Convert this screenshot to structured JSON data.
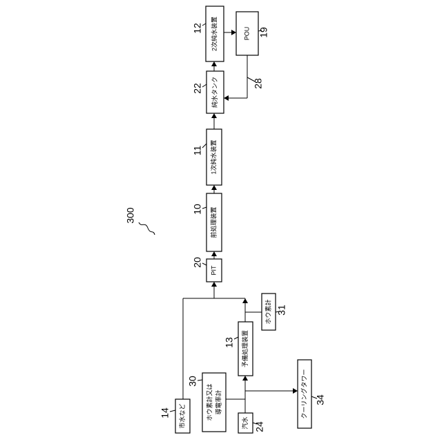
{
  "system_ref": "300",
  "nodes": {
    "city_water": {
      "label": "市水など",
      "ref": "14"
    },
    "meter_30": {
      "label_line1": "ホウ素計又は",
      "label_line2": "導電率計",
      "ref": "30"
    },
    "steam": {
      "label": "汽水",
      "ref": "24"
    },
    "cooling_tower": {
      "label": "クーリングタワー",
      "ref": "34"
    },
    "pretreat_aux": {
      "label": "予備処理装置",
      "ref": "13"
    },
    "boron_meter_31": {
      "label": "ホウ素計",
      "ref": "31"
    },
    "pit": {
      "label": "PIT",
      "ref": "20"
    },
    "pretreatment": {
      "label": "前処理装置",
      "ref": "10"
    },
    "primary": {
      "label": "1次純水装置",
      "ref": "11"
    },
    "tank": {
      "label": "純水タンク",
      "ref": "22"
    },
    "secondary": {
      "label": "2次純水装置",
      "ref": "12"
    },
    "pou": {
      "label": "POU",
      "ref": "19"
    },
    "return_line": {
      "ref": "28"
    }
  }
}
